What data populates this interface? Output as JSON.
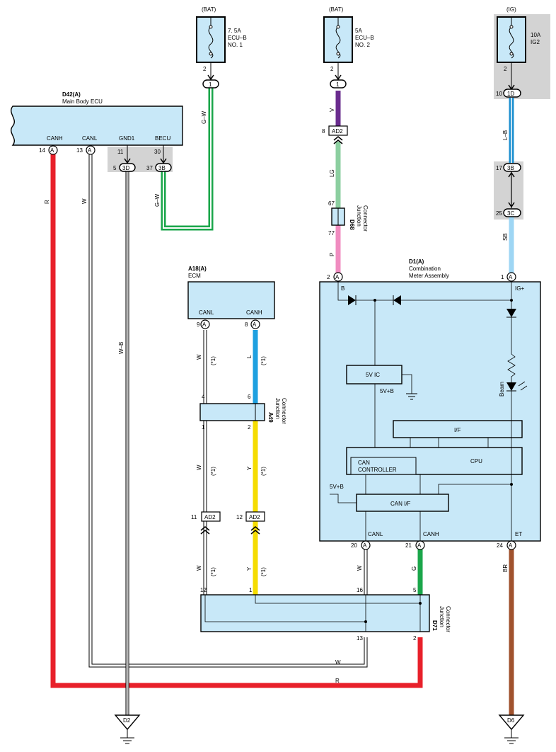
{
  "colors": {
    "box_fill": "#c8e8f8",
    "shade": "#d3d3d3",
    "wire_R": "#e8202a",
    "wire_GW": "#1aa64a",
    "wire_V": "#6a2c8e",
    "wire_LG": "#8ccfa0",
    "wire_P": "#f08cc0",
    "wire_LB": "#1e90d0",
    "wire_SB": "#9ed6f4",
    "wire_L": "#1ea0e0",
    "wire_Y": "#f5dc00",
    "wire_G": "#1aa64a",
    "wire_BR": "#a0522d"
  },
  "fuses": {
    "fuse1": {
      "supply": "(BAT)",
      "line1": "7. 5A",
      "line2": "ECU–B",
      "line3": "NO. 1",
      "pin": "2",
      "conn": "1"
    },
    "fuse2": {
      "supply": "(BAT)",
      "line1": "5A",
      "line2": "ECU–B",
      "line3": "NO. 2",
      "pin": "2",
      "conn": "1"
    },
    "fuse3": {
      "supply": "(IG)",
      "line1": "10A",
      "line2": "IG2",
      "pin": "2",
      "conn": "1D",
      "conn_pin": "10"
    }
  },
  "ecu_d42": {
    "code": "D42(A)",
    "name": "Main Body ECU",
    "canh": "CANH",
    "canl": "CANL",
    "gnd1": "GND1",
    "becu": "BECU",
    "pin_canh": "14",
    "pin_canl": "13",
    "pin_gnd1": "11",
    "pin_becu": "30",
    "conn_a": "A",
    "conn_3d": "3D",
    "conn_3d_pin": "5",
    "conn_3b": "3B",
    "conn_3b_pin": "37"
  },
  "ecm_a18": {
    "code": "A18(A)",
    "name": "ECM",
    "canl": "CANL",
    "canh": "CANH",
    "pin_canl": "9",
    "pin_canh": "8",
    "conn_a": "A"
  },
  "jc_a49": {
    "code": "A49",
    "line1": "Junction",
    "line2": "Connector",
    "pin4": "4",
    "pin6": "6",
    "pin1": "1",
    "pin2": "2"
  },
  "jc_d68": {
    "code": "D68",
    "line1": "Junction",
    "line2": "Connector",
    "pin67": "67",
    "pin77": "77"
  },
  "jc_d71": {
    "code": "D71",
    "line1": "Junction",
    "line2": "Connector",
    "pin12": "12",
    "pin1": "1",
    "pin16": "16",
    "pin5": "5",
    "pin13": "13",
    "pin2": "2"
  },
  "meter_d1": {
    "code": "D1(A)",
    "line1": "Combination",
    "line2": "Meter Assembly",
    "b": "B",
    "igplus": "IG+",
    "ic": "5V IC",
    "v5b": "5V+B",
    "v5b2": "5V+B",
    "beam": "Beam",
    "if": "I/F",
    "cpu": "CPU",
    "can_ctrl1": "CAN",
    "can_ctrl2": "CONTROLLER",
    "can_if": "CAN I/F",
    "canl": "CANL",
    "canh": "CANH",
    "et": "ET",
    "pin_b": "2",
    "pin_ig": "1",
    "pin_canl": "20",
    "pin_canh": "21",
    "pin_et": "24",
    "conn_a": "A"
  },
  "connectors": {
    "ad2": "AD2",
    "ad2_v_pin": "8",
    "ad2_w_pin": "11",
    "ad2_y_pin": "12",
    "c3b": "3B",
    "c3b_pin": "17",
    "c3c": "3C",
    "c3c_pin": "25"
  },
  "wire_labels": {
    "gw1": "G–W",
    "gw2": "G–W",
    "v": "V",
    "lg": "LG",
    "p": "P",
    "lb": "L–B",
    "sb": "SB",
    "r": "R",
    "w": "W",
    "wb": "W–B",
    "w_ecm1": "W",
    "l": "L",
    "w_ecm2": "W",
    "y1": "Y",
    "w_ecm3": "W",
    "y2": "Y",
    "w_d71": "W",
    "g": "G",
    "br": "BR",
    "w_bottom": "W",
    "r_bottom": "R",
    "s1": "(*1)",
    "s2": "(*1)",
    "s3": "(*1)",
    "s4": "(*1)",
    "s5": "(*1)",
    "s6": "(*1)"
  },
  "grounds": {
    "d2": "D2",
    "d6": "D6"
  }
}
